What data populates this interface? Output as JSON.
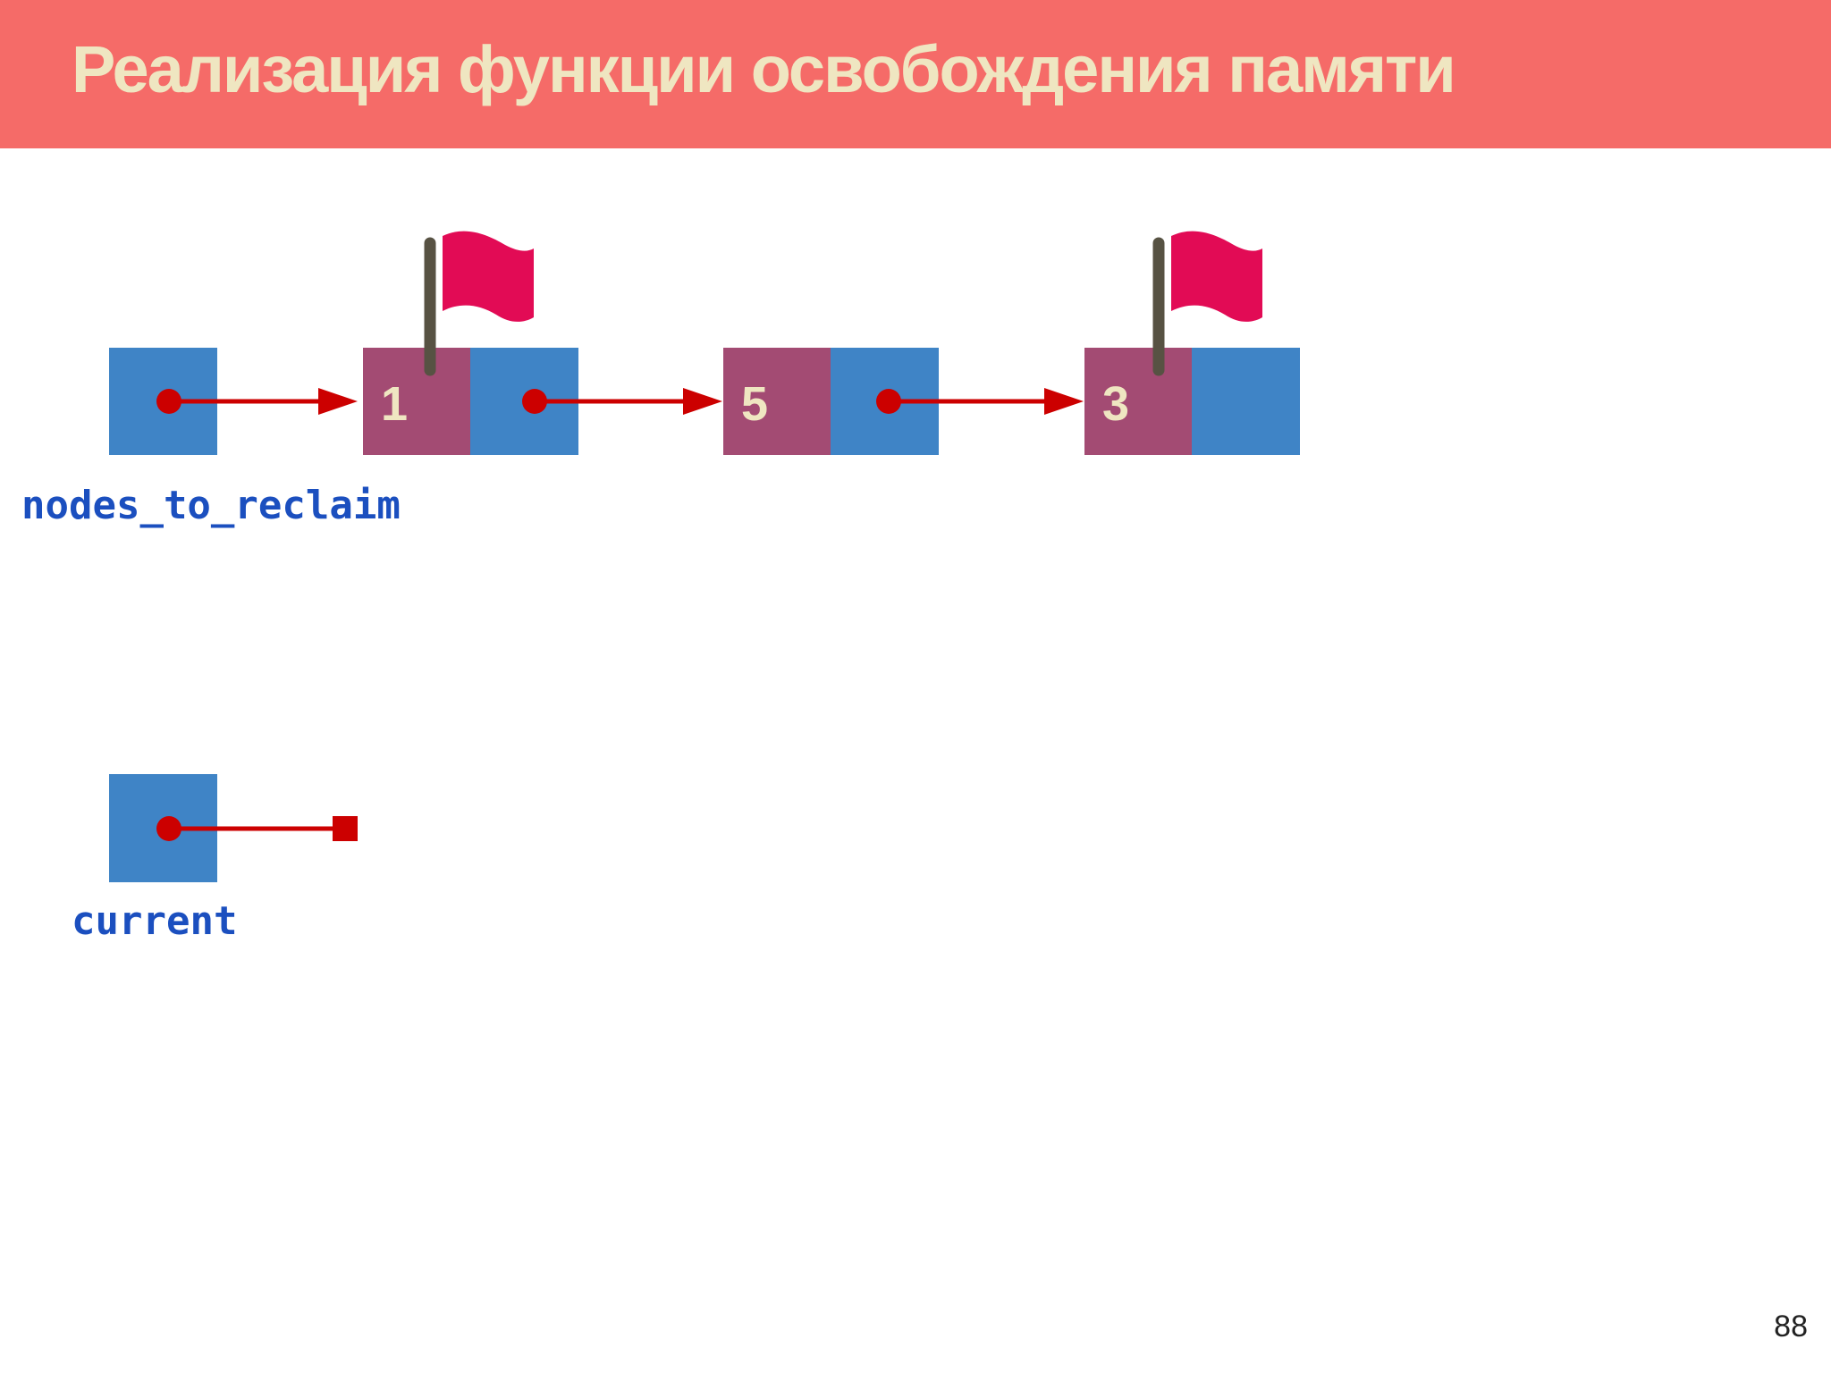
{
  "slide": {
    "title": "Реализация функции освобождения памяти",
    "page_number": "88"
  },
  "colors": {
    "header_bg": "#f56b68",
    "title_text": "#efe6c1",
    "pointer_cell": "#3f84c6",
    "value_cell": "#a34b73",
    "arrow": "#cc0000",
    "flag": "#e20b55",
    "flag_pole": "#575243",
    "label_text": "#1b4fbf"
  },
  "diagram": {
    "variables": [
      {
        "name": "nodes_to_reclaim",
        "points_to": "node-1"
      },
      {
        "name": "current",
        "points_to": null,
        "terminator": "square"
      }
    ],
    "list_nodes": [
      {
        "value": "1",
        "flagged": true,
        "next": "node-5"
      },
      {
        "value": "5",
        "flagged": false,
        "next": "node-3"
      },
      {
        "value": "3",
        "flagged": true,
        "next": null
      }
    ],
    "icons": [
      "flag-icon"
    ]
  }
}
